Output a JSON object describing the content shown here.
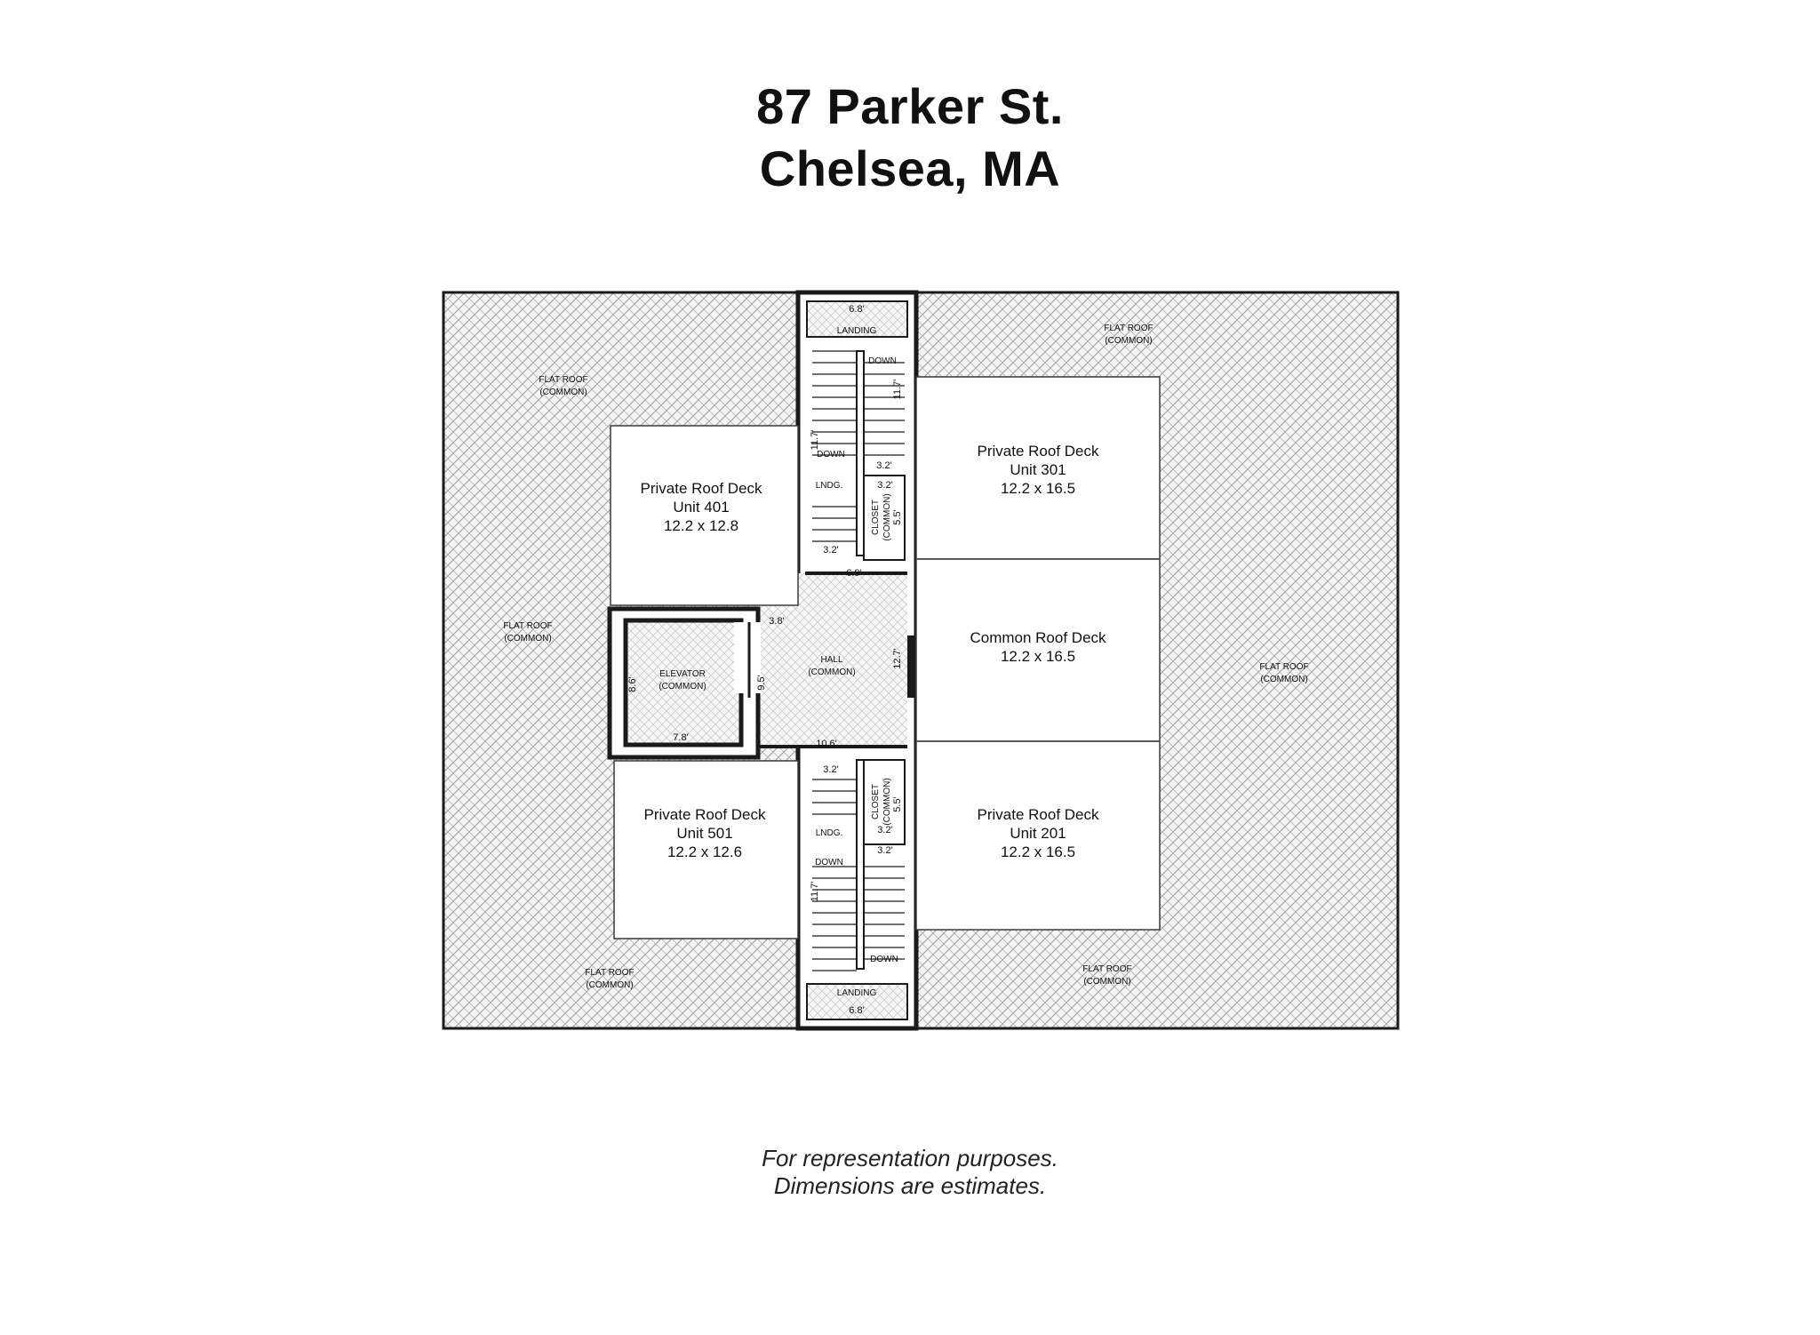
{
  "header": {
    "address_line1": "87 Parker St.",
    "address_line2": "Chelsea, MA"
  },
  "footer": {
    "note_line1": "For representation purposes.",
    "note_line2": "Dimensions are estimates."
  },
  "plan": {
    "flat_roof": {
      "line1": "FLAT ROOF",
      "line2": "(COMMON)"
    },
    "decks": {
      "unit401": {
        "line1": "Private Roof Deck",
        "line2": "Unit 401",
        "line3": "12.2 x 12.8"
      },
      "unit501": {
        "line1": "Private Roof Deck",
        "line2": "Unit 501",
        "line3": "12.2 x 12.6"
      },
      "unit301": {
        "line1": "Private Roof Deck",
        "line2": "Unit 301",
        "line3": "12.2 x 16.5"
      },
      "common": {
        "line1": "Common Roof Deck",
        "line2": "12.2 x 16.5"
      },
      "unit201": {
        "line1": "Private Roof Deck",
        "line2": "Unit 201",
        "line3": "12.2 x 16.5"
      }
    },
    "rooms": {
      "elevator": {
        "line1": "ELEVATOR",
        "line2": "(COMMON)"
      },
      "hall": {
        "line1": "HALL",
        "line2": "(COMMON)"
      },
      "closet": {
        "line1": "CLOSET",
        "line2": "(COMMON)"
      },
      "landing": "LANDING",
      "lndg": "LNDG.",
      "down": "DOWN"
    },
    "dims": {
      "landing_width": "6.8'",
      "stair_width": "3.2'",
      "stair_length": "11.7'",
      "closet_length": "5.5'",
      "hall_width": "6.9'",
      "hall_length": "12.7'",
      "hall_bottom": "10.6'",
      "hall_side": "9.5'",
      "hall_notch": "3.8'",
      "elevator_width": "7.8'",
      "elevator_depth": "8.6'"
    }
  }
}
